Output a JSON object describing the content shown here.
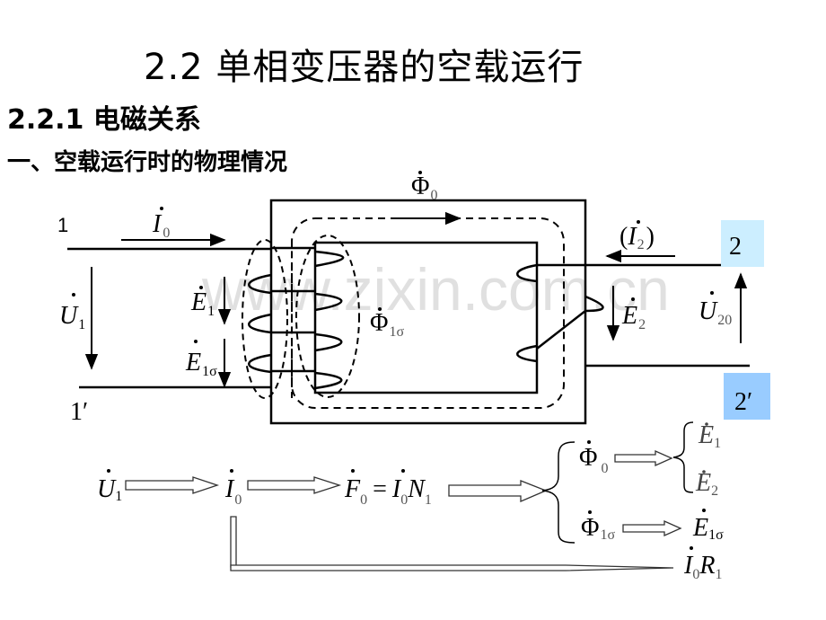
{
  "page": {
    "title": "2.2  单相变压器的空载运行",
    "section": "2.2.1 电磁关系",
    "subsection": "一、空载运行时的物理情况",
    "watermark": "www.zixin.com.cn"
  },
  "circuit": {
    "primary_terminal_top": "1",
    "primary_terminal_bottom": "1′",
    "secondary_terminal_top": "2",
    "secondary_terminal_bottom": "2′",
    "secondary_top_badge_color": "#cceeff",
    "secondary_bottom_badge_color": "#99ccff",
    "labels": {
      "I0": {
        "main": "I",
        "sub": "0"
      },
      "U1": {
        "main": "U",
        "sub": "1"
      },
      "E1": {
        "main": "E",
        "sub": "1"
      },
      "E1s": {
        "main": "E",
        "sub": "1σ"
      },
      "Phi0": {
        "main": "Φ",
        "sub": "0"
      },
      "Phi1s": {
        "main": "Φ",
        "sub": "1σ"
      },
      "I2": {
        "open": "(",
        "main": "I",
        "sub": "2",
        "close": ")"
      },
      "E2": {
        "main": "E",
        "sub": "2"
      },
      "U20": {
        "main": "U",
        "sub": "20"
      }
    }
  },
  "flow": {
    "U1": {
      "main": "U",
      "sub": "1"
    },
    "I0": {
      "main": "I",
      "sub": "0"
    },
    "F0_eq": {
      "lhs": "F",
      "lhs_sub": "0",
      "eq": "=",
      "rhs1": "I",
      "rhs1_sub": "0",
      "rhs2": "N",
      "rhs2_sub": "1"
    },
    "Phi0": {
      "main": "Φ",
      "sub": "0"
    },
    "Phi1s": {
      "main": "Φ",
      "sub": "1σ"
    },
    "E1": {
      "main": "E",
      "sub": "1"
    },
    "E2": {
      "main": "E",
      "sub": "2"
    },
    "E1s": {
      "main": "E",
      "sub": "1σ"
    },
    "I0R1": {
      "m1": "I",
      "s1": "0",
      "m2": "R",
      "s2": "1"
    }
  }
}
